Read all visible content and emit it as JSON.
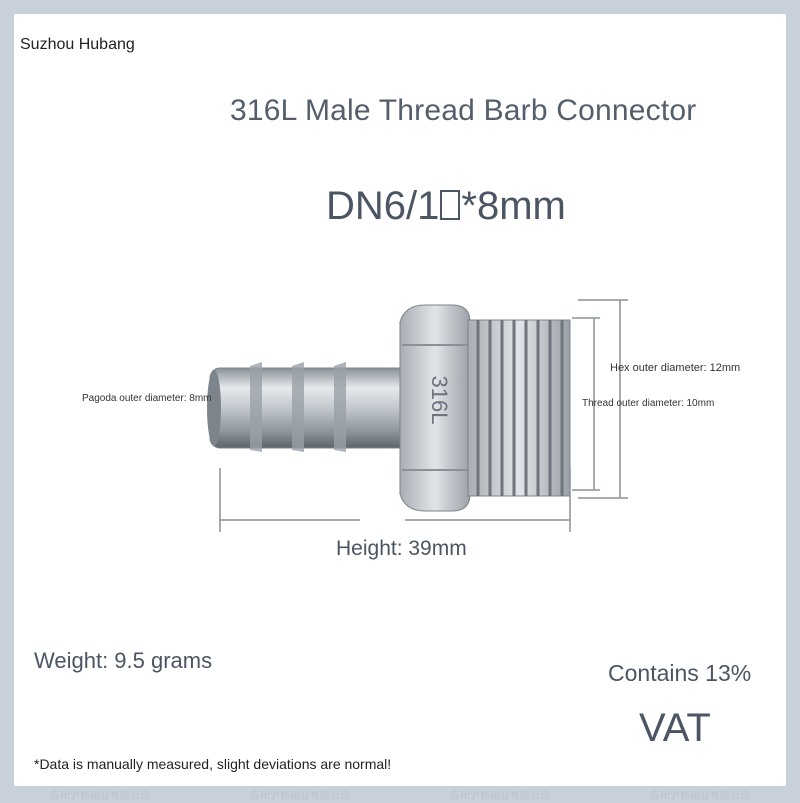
{
  "brand": "Suzhou Hubang",
  "title": "316L Male Thread Barb Connector",
  "spec": {
    "prefix": "DN6/1",
    "suffix": "*8mm"
  },
  "dimensions": {
    "pagoda": "Pagoda outer diameter: 8mm",
    "hex": "Hex outer diameter: 12mm",
    "thread": "Thread outer diameter: 10mm",
    "height": "Height: 39mm"
  },
  "part_marking": "316L",
  "weight": "Weight: 9.5 grams",
  "vat": {
    "line1": "Contains 13%",
    "line2": "VAT"
  },
  "note": "*Data is manually measured, slight deviations are normal!",
  "watermark": "苏州沪邦阀业有限公司",
  "colors": {
    "text": "#4b5563",
    "frame": "#c8d0dc",
    "metal": "#b9bec5"
  }
}
